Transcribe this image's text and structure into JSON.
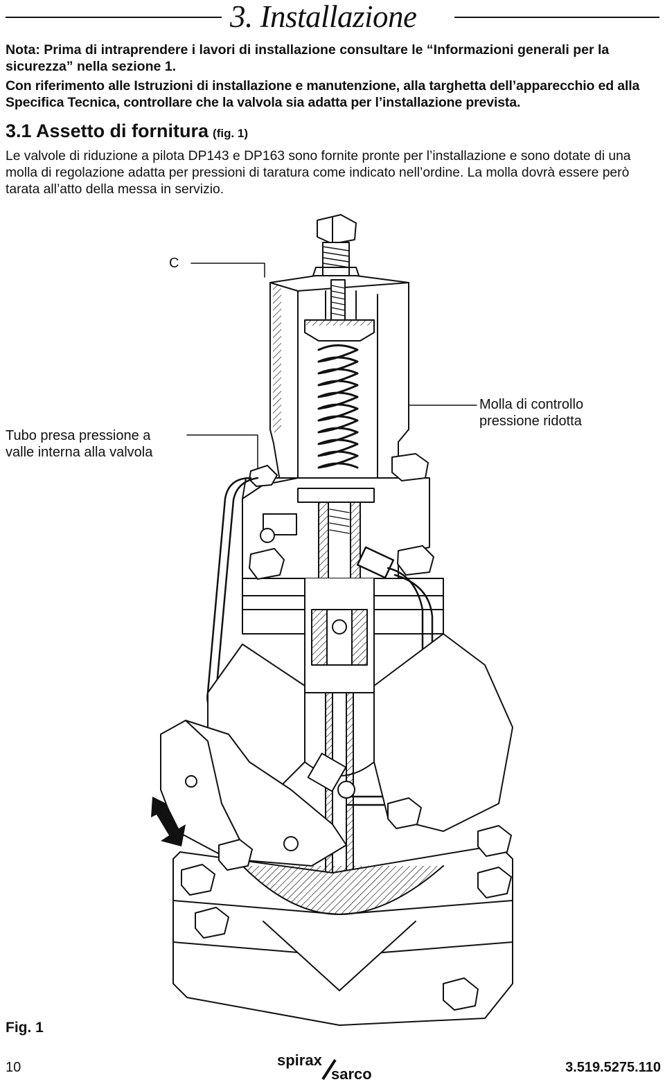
{
  "section": {
    "title": "3. Installazione"
  },
  "note": "Nota: Prima di intraprendere i lavori di installazione consultare le “Informazioni generali per la sicurezza” nella sezione 1.",
  "intro": "Con riferimento alle Istruzioni di installazione e manutenzione, alla targhetta dell’apparecchio ed alla Specifica Tecnica, controllare che la valvola sia adatta per l’installazione prevista.",
  "subsection": {
    "title": "3.1 Assetto di fornitura",
    "fig_ref": "(fig. 1)"
  },
  "body": "Le valvole di riduzione a pilota DP143 e DP163 sono fornite pronte per l’installazione e sono dotate di una molla di regolazione adatta per pressioni di taratura come indicato nell’ordine. La molla dovrà essere però tarata all’atto della messa in servizio.",
  "figure": {
    "callouts": {
      "c": "C",
      "tubo": [
        "Tubo presa pressione a",
        "valle interna alla valvola"
      ],
      "molla": [
        "Molla di controllo",
        "pressione ridotta"
      ]
    },
    "caption": "Fig. 1",
    "flow_arrow_icon": "arrow-down-right-icon"
  },
  "footer": {
    "page_number": "10",
    "logo_top": "spirax",
    "logo_bottom": "sarco",
    "doc_code": "3.519.5275.110"
  },
  "colors": {
    "ink": "#111111",
    "hatch": "#9a9a9a"
  }
}
